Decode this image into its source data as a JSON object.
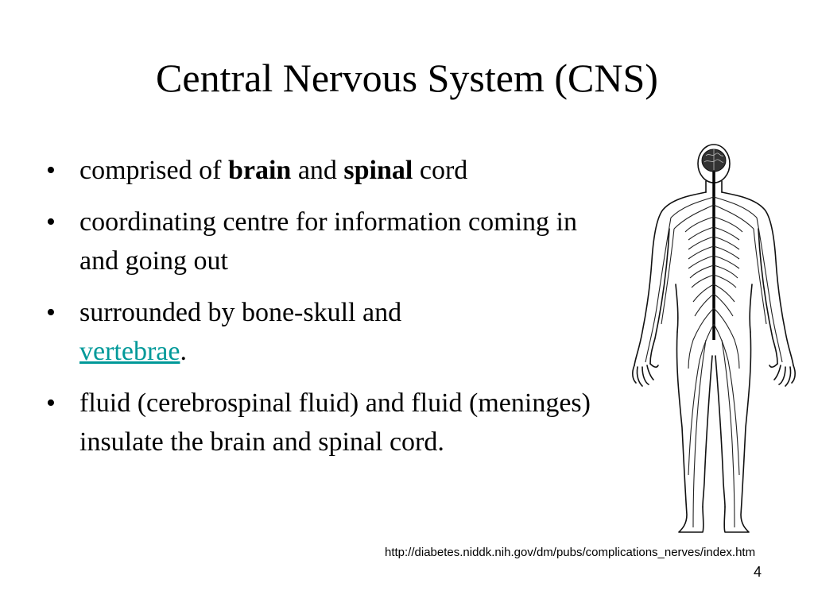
{
  "slide": {
    "title": "Central Nervous System (CNS)",
    "bullet_symbol": "•",
    "bullets": [
      {
        "t1": "comprised of ",
        "t2": "brain",
        "t3": " and ",
        "t4": "spinal",
        "t5": " cord"
      },
      {
        "text": "coordinating centre for information coming in and going out"
      },
      {
        "before": "surrounded by bone-skull and ",
        "link": "vertebrae",
        "after": "."
      },
      {
        "text": "fluid (cerebrospinal fluid) and fluid (meninges) insulate the brain and spinal cord."
      }
    ],
    "source_url": "http://diabetes.niddk.nih.gov/dm/pubs/complications_nerves/index.htm",
    "slide_number": "4",
    "colors": {
      "link": "#009999",
      "text": "#000000",
      "background": "#ffffff"
    }
  }
}
